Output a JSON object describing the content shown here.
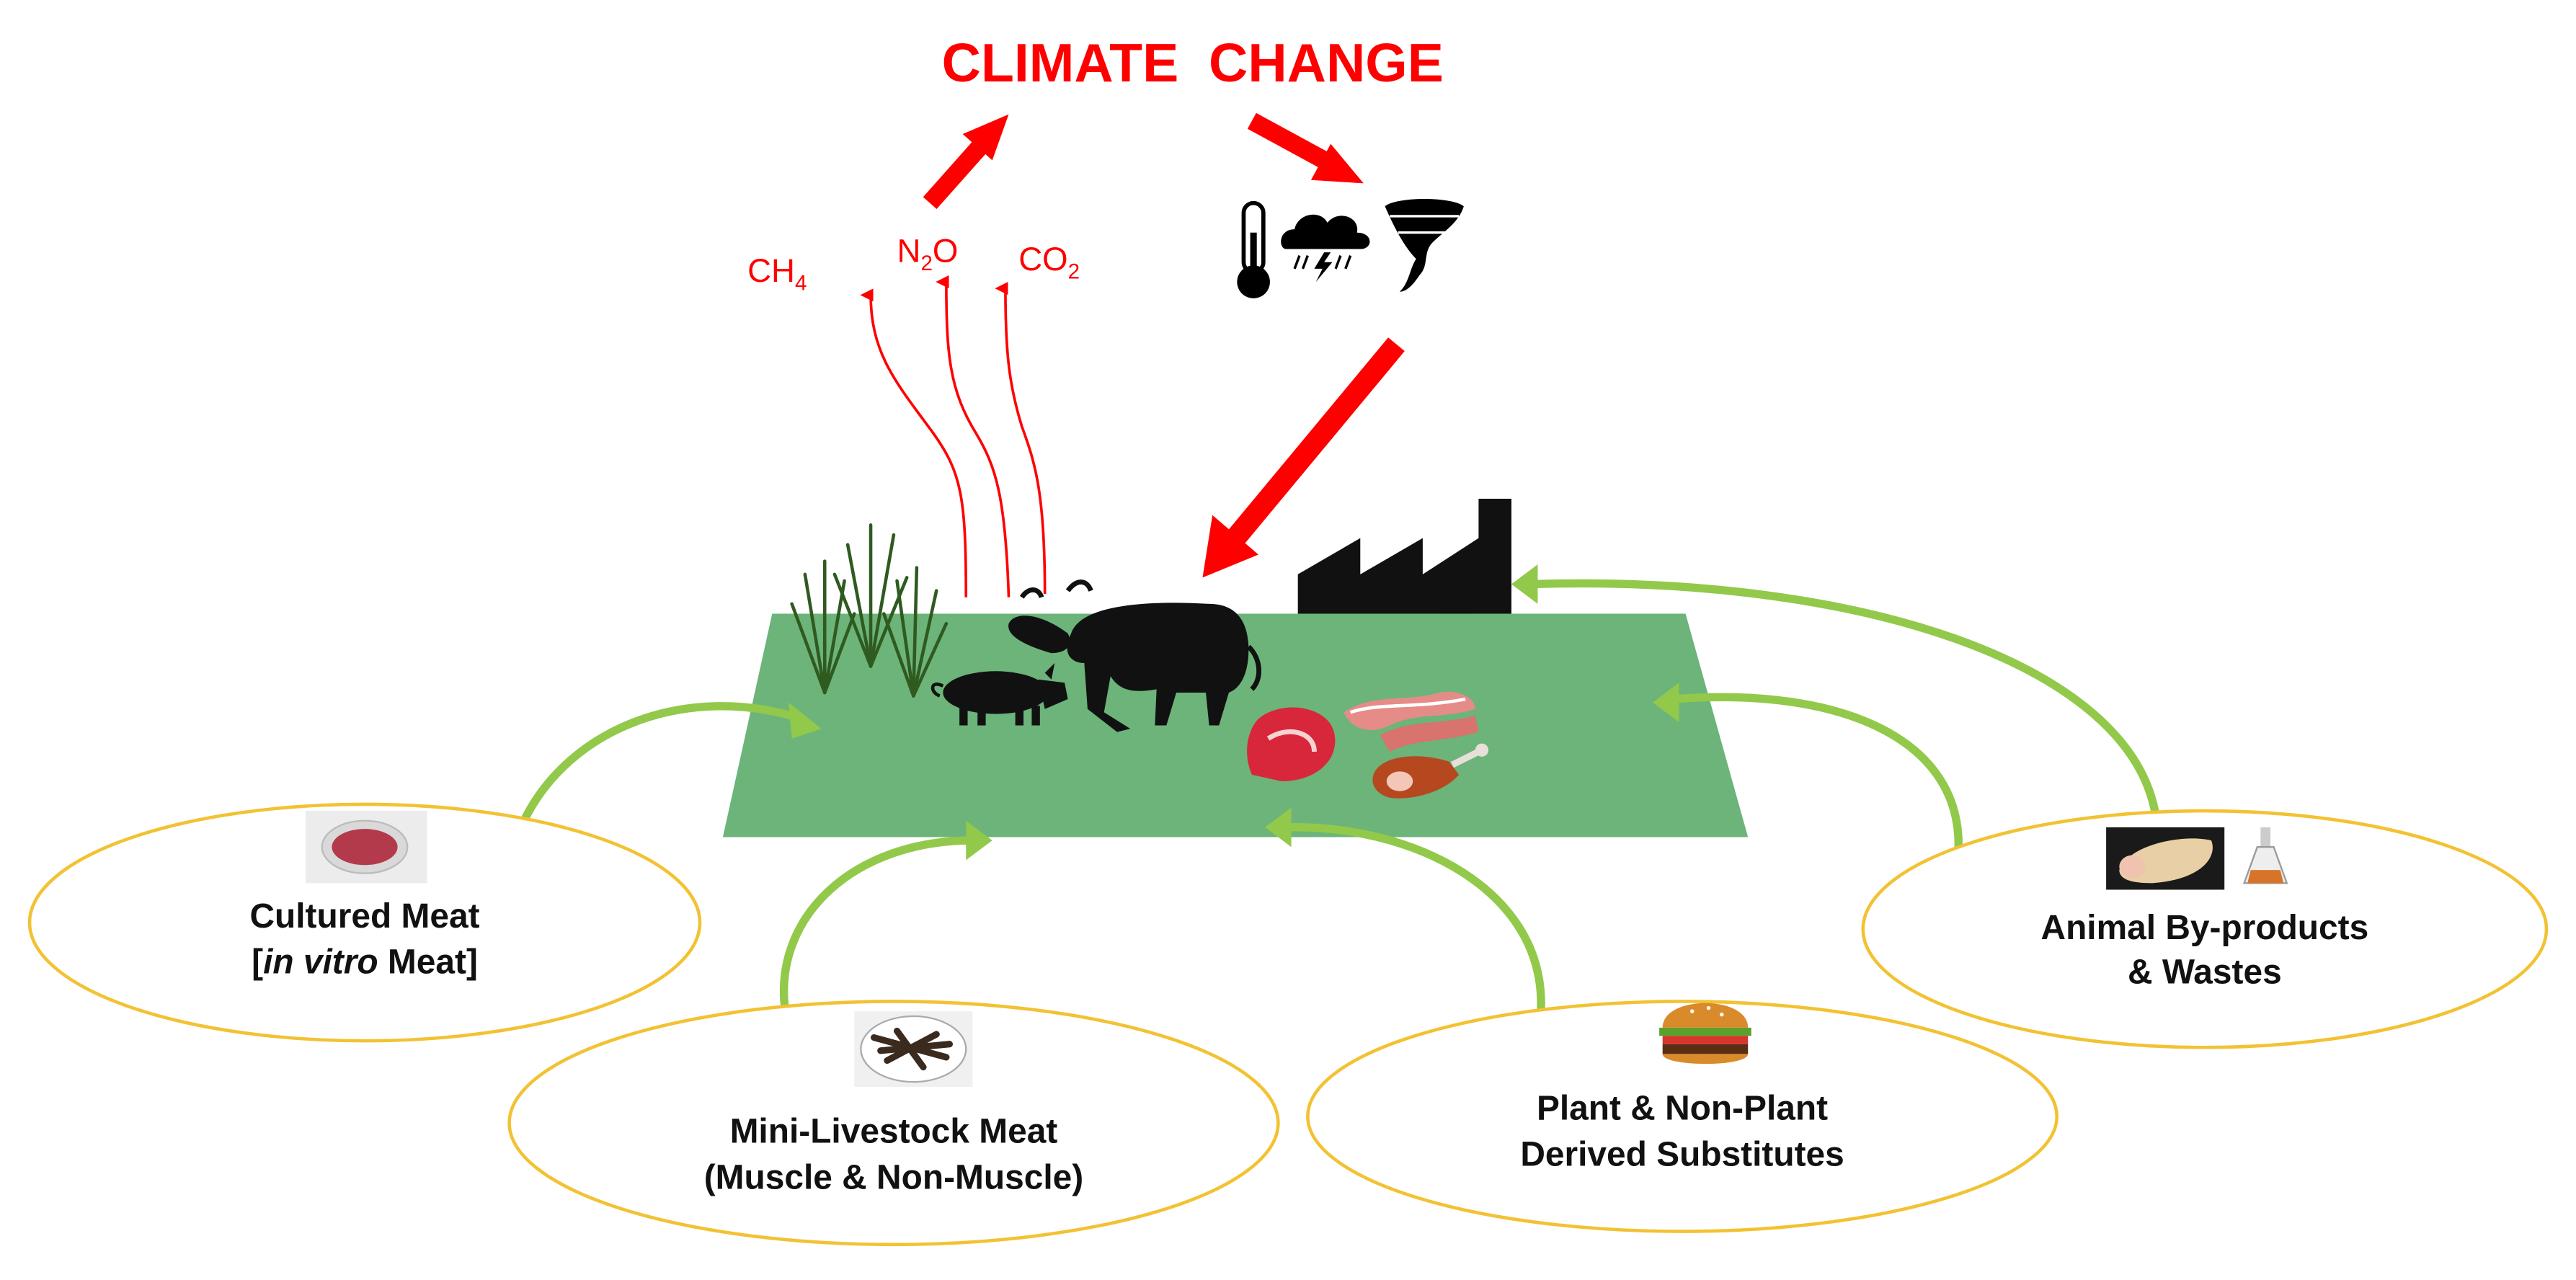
{
  "title": "CLIMATE  CHANGE",
  "gases": [
    {
      "base": "CH",
      "sub": "4",
      "rest": ""
    },
    {
      "base": "N",
      "sub": "2",
      "rest": "O"
    },
    {
      "base": "CO",
      "sub": "2",
      "rest": ""
    }
  ],
  "weather_icons": [
    "thermometer-icon",
    "storm-cloud-icon",
    "tornado-icon"
  ],
  "farm_icons": [
    "grass-icon",
    "pig-icon",
    "cow-icon",
    "factory-icon",
    "steak-icon",
    "bacon-icon",
    "ham-icon"
  ],
  "alternatives": {
    "cultured": {
      "line1": "Cultured Meat",
      "line2_open": "[",
      "line2_italic": "in vitro",
      "line2_rest": " Meat]",
      "icon": "petri-dish-icon"
    },
    "mini_livestock": {
      "line1": "Mini-Livestock Meat",
      "line2": "(Muscle & Non-Muscle)",
      "icon": "insect-plate-icon"
    },
    "plant": {
      "line1": "Plant & Non-Plant",
      "line2": "Derived Substitutes",
      "icon": "burger-icon"
    },
    "byproducts": {
      "line1": "Animal By-products",
      "line2": "& Wastes",
      "icon": "meat-roll-icon"
    }
  },
  "colors": {
    "red": "#ff0000",
    "green_field": "#6cb47a",
    "green_arrow": "#92c94a",
    "ellipse": "#f2c233"
  }
}
